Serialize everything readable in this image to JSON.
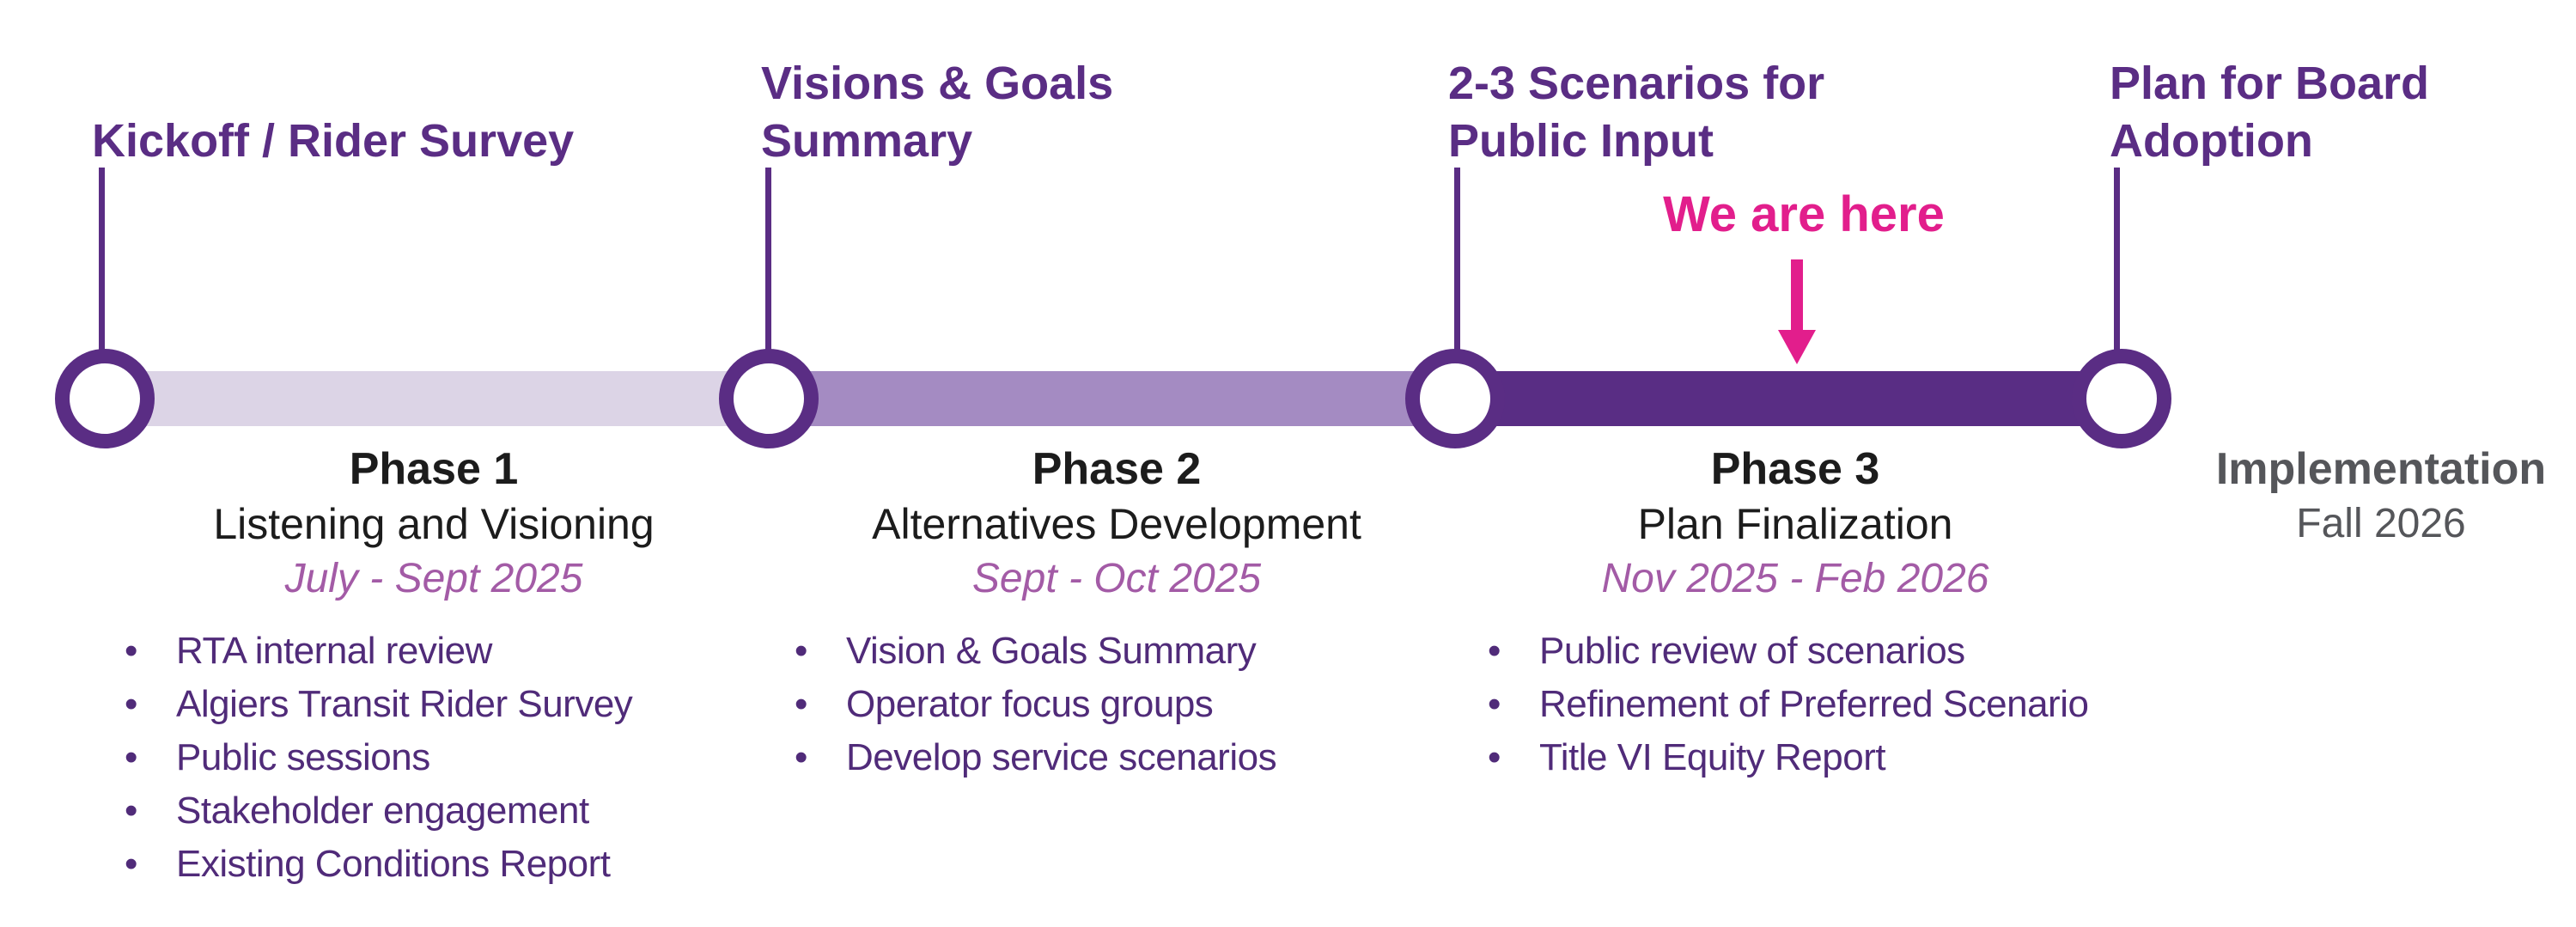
{
  "milestones": [
    {
      "lines": [
        "Kickoff / Rider Survey"
      ]
    },
    {
      "lines": [
        "Visions & Goals",
        "Summary"
      ]
    },
    {
      "lines": [
        "2-3 Scenarios for",
        "Public Input"
      ]
    },
    {
      "lines": [
        "Plan for Board",
        "Adoption"
      ]
    }
  ],
  "marker": {
    "label": "We are here"
  },
  "phases": [
    {
      "title": "Phase 1",
      "subtitle": "Listening and Visioning",
      "dates": "July - Sept 2025",
      "bullets": [
        "RTA internal review",
        "Algiers Transit Rider Survey",
        "Public sessions",
        "Stakeholder engagement",
        "Existing Conditions Report"
      ]
    },
    {
      "title": "Phase 2",
      "subtitle": "Alternatives Development",
      "dates": "Sept - Oct 2025",
      "bullets": [
        "Vision & Goals Summary",
        "Operator focus groups",
        "Develop service scenarios"
      ]
    },
    {
      "title": "Phase 3",
      "subtitle": "Plan Finalization",
      "dates": "Nov 2025 - Feb 2026",
      "bullets": [
        "Public review of scenarios",
        "Refinement of Preferred Scenario",
        "Title VI Equity Report"
      ]
    }
  ],
  "implementation": {
    "title": "Implementation",
    "subtitle": "Fall 2026"
  },
  "colors": {
    "accent": "#5A2D84",
    "seg-light": "#DCD4E6",
    "seg-mid": "#A48BC2",
    "seg-dark": "#592D84",
    "bullet": "#502B79",
    "date": "#A35BA6",
    "magenta": "#E21E8C",
    "gray": "#55565A",
    "ink": "#1C1C1C"
  }
}
